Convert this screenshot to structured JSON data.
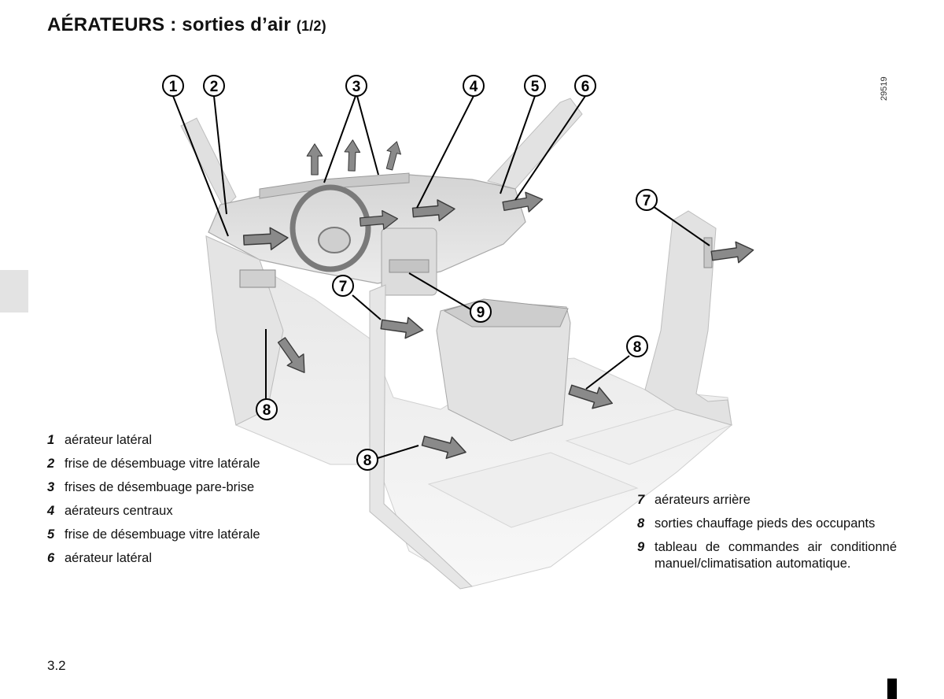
{
  "header": {
    "title": "AÉRATEURS : sorties d’air",
    "title_suffix": "(1/2)",
    "reference": "29519"
  },
  "callouts": [
    "1",
    "2",
    "3",
    "4",
    "5",
    "6",
    "7",
    "8",
    "9"
  ],
  "legend_left": [
    {
      "num": "1",
      "text": "aérateur latéral"
    },
    {
      "num": "2",
      "text": "frise de désembuage vitre latérale"
    },
    {
      "num": "3",
      "text": "frises de désembuage pare-brise"
    },
    {
      "num": "4",
      "text": "aérateurs centraux"
    },
    {
      "num": "5",
      "text": "frise de désembuage vitre latérale"
    },
    {
      "num": "6",
      "text": "aérateur latéral"
    }
  ],
  "legend_right": [
    {
      "num": "7",
      "text": "aérateurs arrière"
    },
    {
      "num": "8",
      "text": "sorties chauffage pieds des occupants"
    },
    {
      "num": "9",
      "text": "tableau de commandes air conditionné manuel/climatisation automatique."
    }
  ],
  "footer": {
    "page_number": "3.2"
  }
}
